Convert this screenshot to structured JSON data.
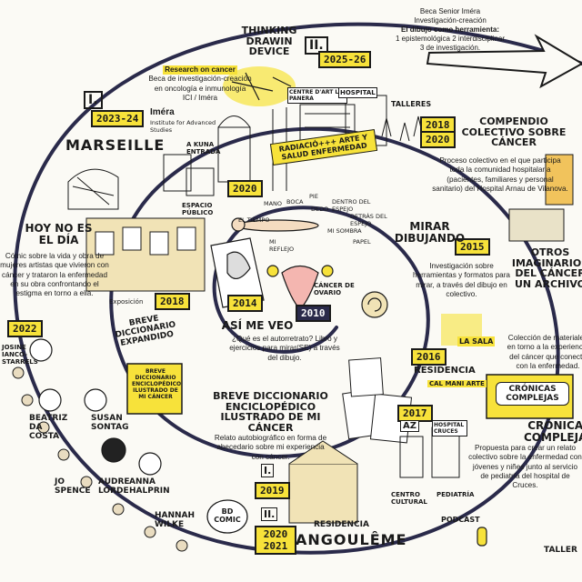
{
  "beca_senior": {
    "title_lines": [
      "Beca Senior Iméra",
      "Investigación-creación"
    ],
    "highlight": "El dibujo como herramienta:",
    "items": [
      "1 epistemológica 2 interdisciplinar",
      "3 de investigación."
    ]
  },
  "thinking_device": {
    "title": "THINKING DRAWIN DEVICE",
    "roman": "II.",
    "year": "2025-26"
  },
  "research_cancer": {
    "heading": "Research on cancer",
    "lines": [
      "Beca de investigación-creación",
      "en oncología e inmunología",
      "ICI / Iméra"
    ],
    "logo_name": "Iméra",
    "logo_sub": "Institute for Advanced Studies"
  },
  "marseille": {
    "roman": "I.",
    "year": "2023-24",
    "label": "MARSEILLE"
  },
  "espacio_publico": {
    "year": "2020",
    "label_a": "A KUNA ENTRADA",
    "label_b": "ESPACIO PÚBLICO"
  },
  "talleres": {
    "label": "TALLERES",
    "signs": [
      "CENTRE D'ART LA PANERA",
      "HOSPITAL"
    ],
    "banner": "RADIACIÓ+++ ARTE Y SALUD ENFERMEDAD"
  },
  "compendio": {
    "years": [
      "2018",
      "2020"
    ],
    "title": "COMPENDIO COLECTIVO SOBRE CÁNCER",
    "body": "Proceso colectivo en el que participa toda la comunidad hospitalaria (pacientes, familiares y personal sanitario) del Hospital Arnau de Vilanova."
  },
  "hoy_no": {
    "title": "HOY NO ES EL DÍA",
    "body": "Cómic sobre la vida y obra de mujeres artistas que vivieron con cáncer y trataron la enfermedad en su obra confrontando el estigma en torno a ella."
  },
  "exposicion": {
    "label": "Exposición",
    "year": "2018",
    "book_title": "BREVE DICCIONARIO EXPANDIDO"
  },
  "body_figure": {
    "words": [
      "EL TIEMPO",
      "MANO",
      "BOCA",
      "PIE",
      "DEDO",
      "DENTRO DEL ESPEJO",
      "DETRÁS DEL ESPEJO",
      "MI SOMBRA",
      "PAPEL",
      "MI REFLEJO"
    ]
  },
  "cancer_ovario": {
    "label": "CÁNCER DE OVARIO",
    "year": "2010"
  },
  "mirar": {
    "year": "2015",
    "title": "MIRAR DIBUJANDO",
    "body": "Investigación sobre herramientas y formatos para mirar, a través del dibujo en colectivo.",
    "sign": "LA SALA"
  },
  "otros": {
    "title": "OTROS IMAGINARIOS DEL CÁNCER UN ARCHIVO",
    "body": "Colección de materiales en torno a la experiencia del cáncer que conecta con la enfermedad."
  },
  "asi_me_veo": {
    "year": "2014",
    "title": "ASÍ ME VEO",
    "body": "¿Qué es el autorretrato? Libro y ejercicios para mirar(SE) a través del dibujo."
  },
  "residencia": {
    "year": "2016",
    "label": "RESIDENCIA",
    "place": "CAL MANI ARTE"
  },
  "artists": {
    "year": "2022",
    "names": [
      "JOSINE IANCO-STARRELS",
      "BEATRIZ DA COSTA",
      "SUSAN SONTAG",
      "JO SPENCE",
      "AUDRE LORDE",
      "ANNA HALPRIN",
      "HANNAH WILKE"
    ]
  },
  "breve": {
    "title": "BREVE DICCIONARIO ENCICLOPÉDICO ILUSTRADO DE MI CÁNCER",
    "body": "Relato autobiográfico en forma de abecedario sobre mi experiencia con cáncer.",
    "book_text": "BREVE DICCIONARIO ENCICLOPÉDICO ILUSTRADO DE MI CÁNCER"
  },
  "cronicas": {
    "year": "2017",
    "title": "CRÓNICAS COMPLEJAS",
    "card": "CRÓNICAS COMPLEJAS",
    "body": "Propuesta para crear un relato colectivo sobre la enfermedad con jóvenes y niñes junto al servicio de pediatría del hospital de Cruces."
  },
  "bd_comic": {
    "label": "BD COMIC"
  },
  "angouleme": {
    "roman_a": "I.",
    "year_a": "2019",
    "roman_b": "II.",
    "year_b": "2020 2021",
    "residencia": "RESIDENCIA",
    "place": "ANGOULÊME"
  },
  "cruces": {
    "sign": "AZ",
    "hospital": "HOSPITAL CRUCES",
    "labels": [
      "CENTRO CULTURAL",
      "PEDIATRÍA",
      "PODCAST",
      "TALLER"
    ]
  },
  "colors": {
    "yellow": "#f7e23a",
    "ink": "#1a1a1a",
    "spiral": "#2a2a4a",
    "paper": "#fbfaf5"
  }
}
